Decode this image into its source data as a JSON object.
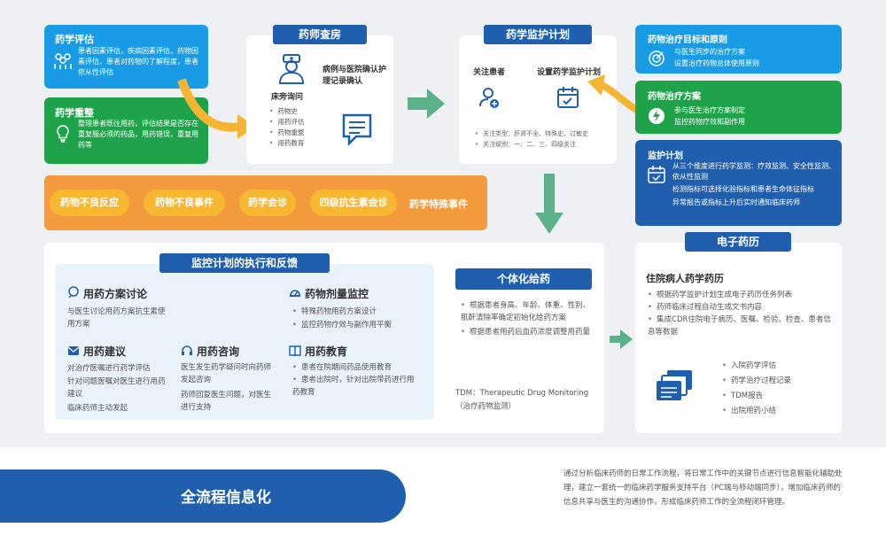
{
  "left_blue": {
    "title": "药学评估",
    "desc": "患者因素评估，疾病因素评估，药物因素评估，患者对药物的了解程度，患者依从性评估"
  },
  "left_green": {
    "title": "药学重整",
    "desc": "整理患者既往用药，评估结果是否存在重复服必须的药品，用药错误，重复用药等"
  },
  "rounds": {
    "tab": "药师查房",
    "left_label": "床旁询问",
    "right_label": "病例与医院确认护理记录确认",
    "items": [
      "药物史",
      "用药评估",
      "药物重整",
      "用药教育"
    ]
  },
  "monitor_plan": {
    "tab": "药学监护计划",
    "left_label": "关注患者",
    "right_label": "设置药学监护计划",
    "notes": [
      "关注类型：肝肾不全、特殊史、过敏史",
      "关注级别：一、二、三、四级关注"
    ]
  },
  "right_cards": [
    {
      "title": "药物治疗目标和原则",
      "lines": [
        "与医生同步的治疗方案",
        "设置治疗药物总体使用原则"
      ]
    },
    {
      "title": "药物治疗方案",
      "lines": [
        "参与医生治疗方案制定",
        "监控药物疗效和副作用"
      ]
    },
    {
      "title": "监护计划",
      "lines": [
        "从三个维度进行药学监测：疗效监测、安全性监测、依从性监测",
        "检测指标可选择化验指标和患者生命体征指标",
        "异常报告或指标上升后实时通知临床药师"
      ]
    }
  ],
  "events": [
    "药物不良反应",
    "药物不良事件",
    "药学会诊",
    "四级抗生素会诊",
    "药学特殊事件"
  ],
  "execution": {
    "tab": "监控计划的执行和反馈",
    "discussion": {
      "title": "用药方案讨论",
      "text": "与医生讨论用药方案抗生素使用方案"
    },
    "dose": {
      "title": "药物剂量监控",
      "items": [
        "特殊药物用药方案设计",
        "监控药物疗效与副作用平衡"
      ]
    },
    "advice": {
      "title": "用药建议",
      "lines": [
        "对治疗医嘱进行药学评估",
        "针对问题医嘱对医生进行用药建议",
        "临床药师主动发起"
      ]
    },
    "consult": {
      "title": "用药咨询",
      "lines": [
        "医生发生药学疑问时向药师发起咨询",
        "药师回复医生问题，对医生进行支持"
      ]
    },
    "education": {
      "title": "用药教育",
      "items": [
        "患者在院期间药品使用教育",
        "患者出院时，针对出院带药进行用药教育"
      ]
    }
  },
  "personal": {
    "tab": "个体化给药",
    "items": [
      "根据患者身高、年龄、体重、性别、肌酐清除率确定初始化给药方案",
      "根据患者用药后血药浓度调整用药量"
    ],
    "note": "TDM：Therapeutic Drug Monitoring（治疗药物监测）"
  },
  "emr": {
    "tab": "电子药历",
    "title": "住院病人药学药历",
    "items": [
      "根据药学监护计划生成电子药历任务列表",
      "药师临床过程自动生成文书内容",
      "集成CDR住院电子病历、医嘱、检验、检查、患者信息等数据"
    ],
    "list": [
      "入院药学评估",
      "药学治疗过程记录",
      "TDM报告",
      "出院用药小结"
    ]
  },
  "footer": {
    "banner": "全流程信息化",
    "desc": "通过分析临床药师的日常工作流程，将日常工作中的关键节点进行信息智能化辅助处理，建立一套统一的临床药学服务支持平台（PC端与移动端同步），增加临床药师的信息共享与医生的沟通协作，形成临床药师工作的全流程闭环管理。"
  },
  "colors": {
    "blue": "#1a9be6",
    "green": "#1fa34a",
    "navy": "#1f5fae",
    "orange": "#f39a3e",
    "pill": "#f7b731",
    "arrow": "#5cb08a"
  }
}
